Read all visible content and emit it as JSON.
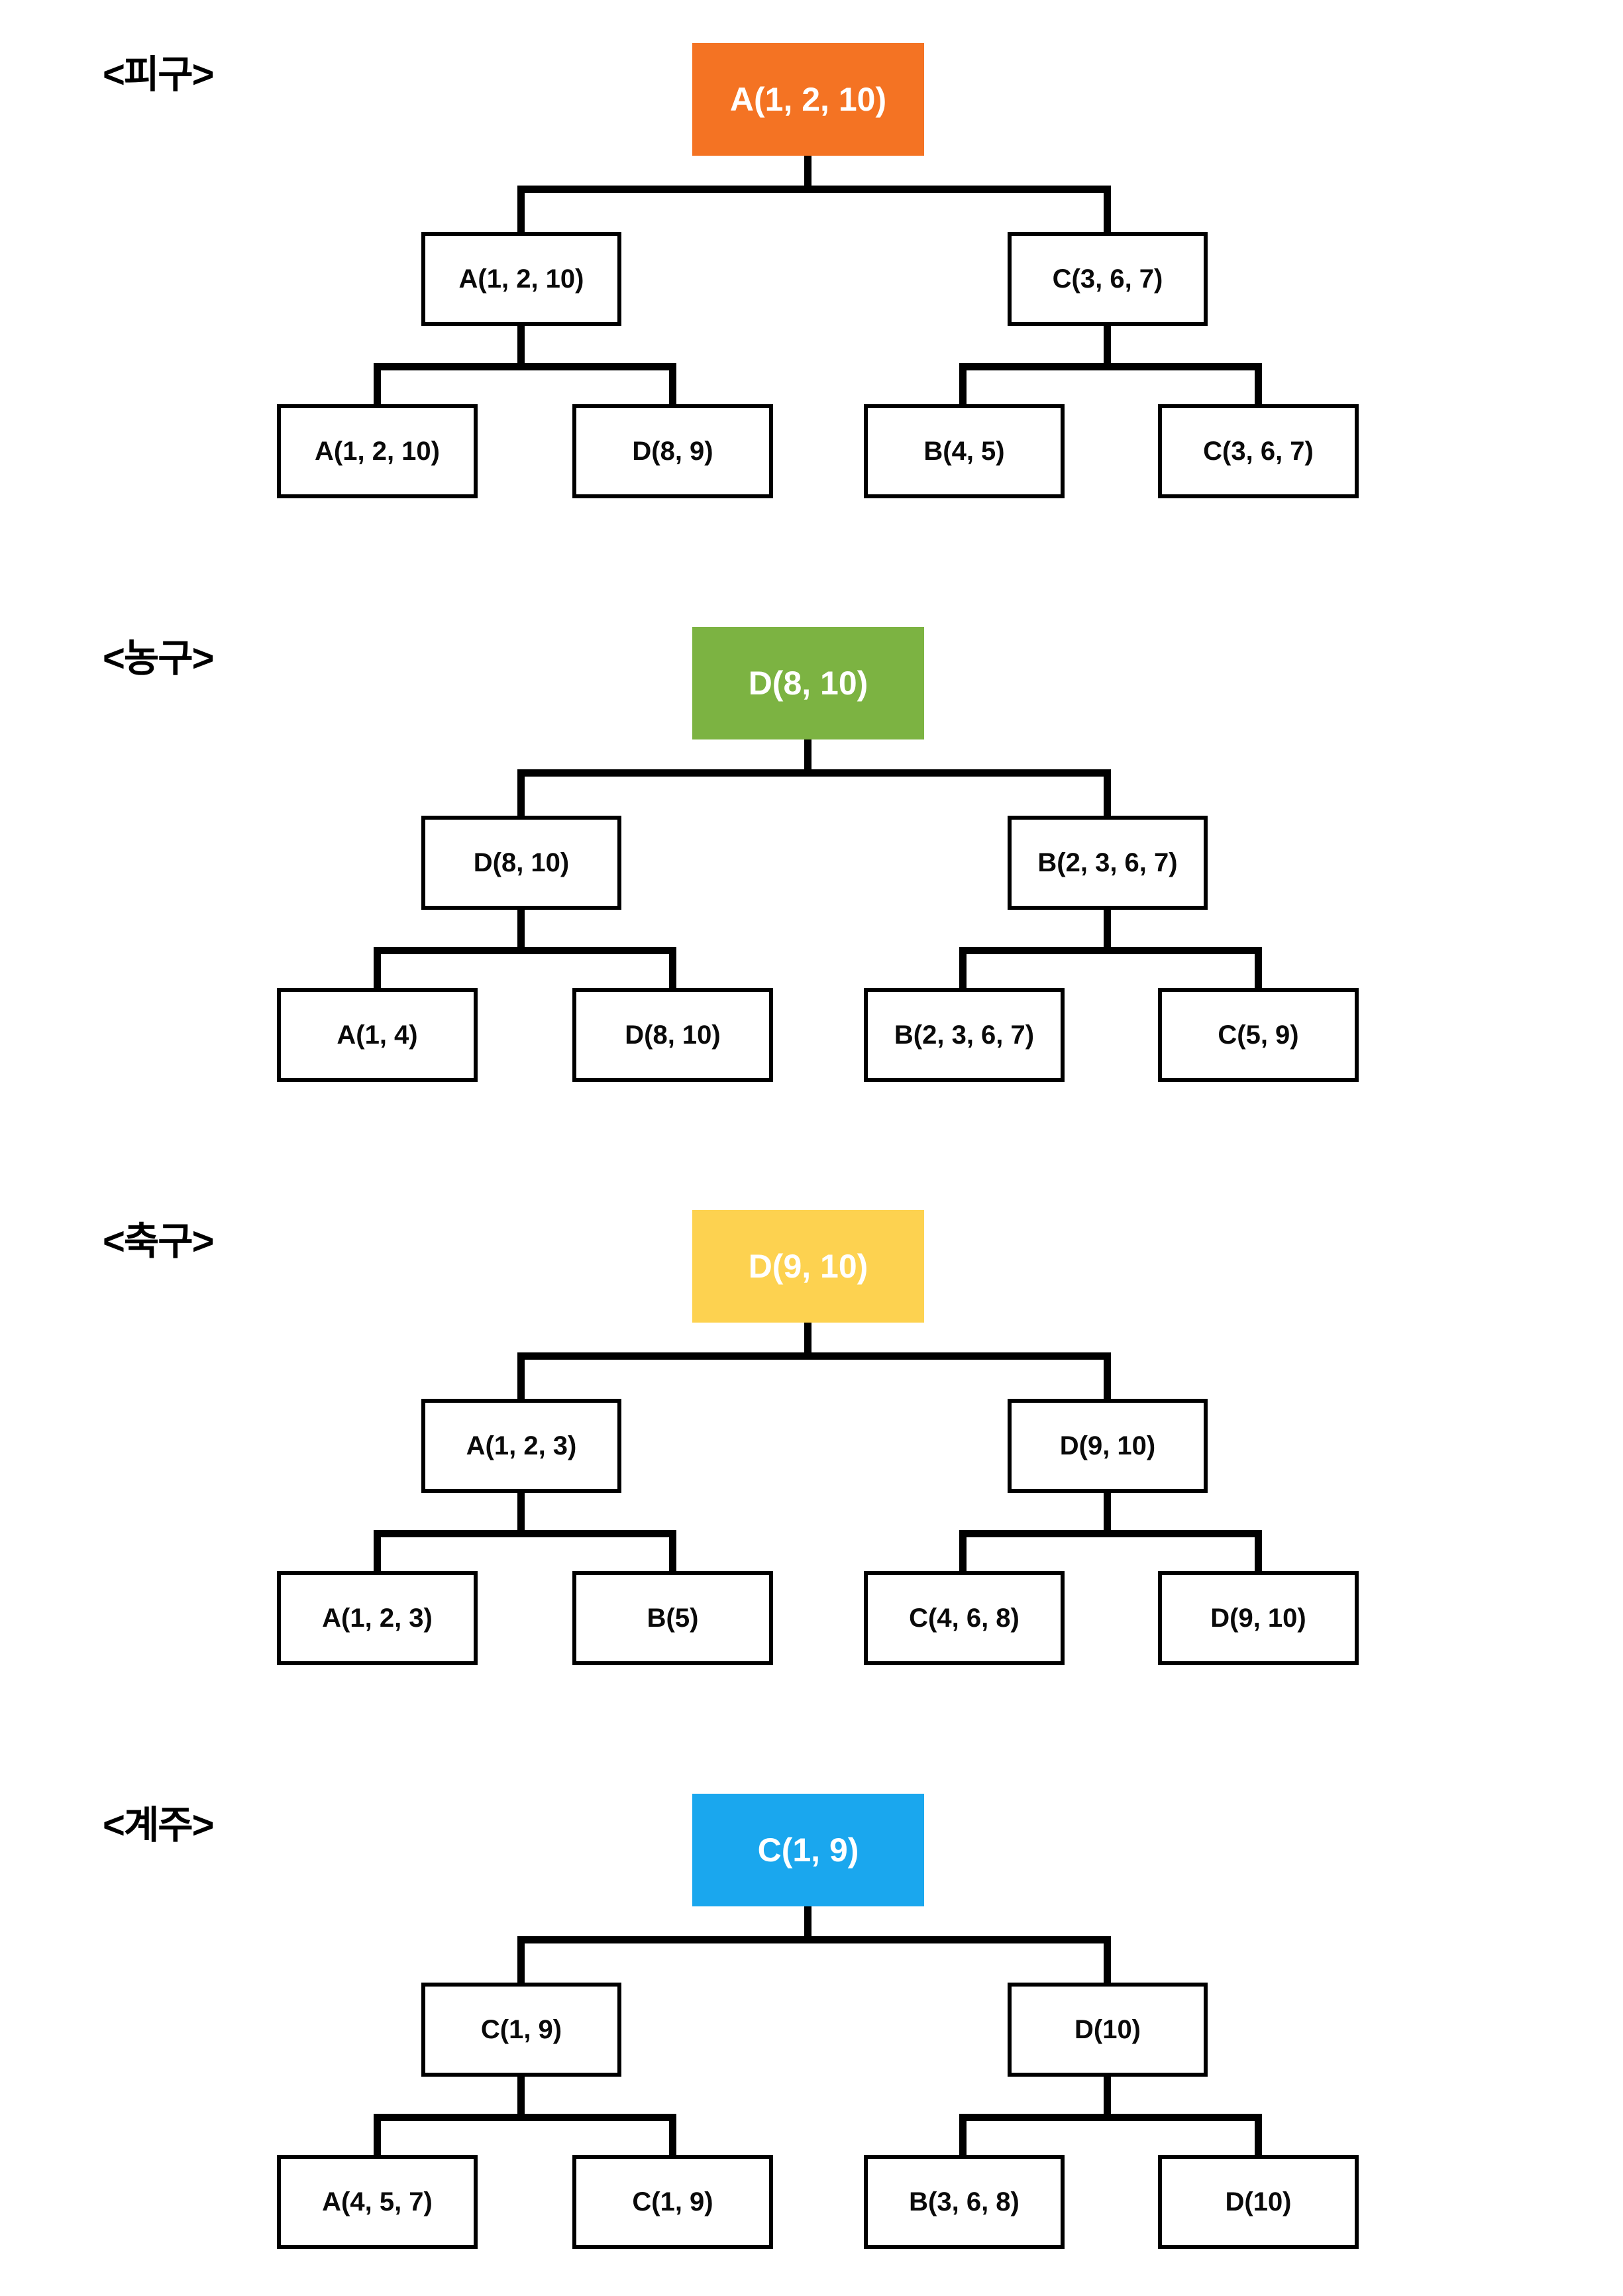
{
  "page": {
    "background": "#ffffff",
    "line_color": "#000000"
  },
  "trees": [
    {
      "title": "<피구>",
      "root": {
        "label": "A(1, 2, 10)",
        "color": "#f47323"
      },
      "level2": [
        {
          "label": "A(1, 2, 10)"
        },
        {
          "label": "C(3, 6, 7)"
        }
      ],
      "level3": [
        {
          "label": "A(1, 2, 10)"
        },
        {
          "label": "D(8, 9)"
        },
        {
          "label": "B(4, 5)"
        },
        {
          "label": "C(3, 6, 7)"
        }
      ]
    },
    {
      "title": "<농구>",
      "root": {
        "label": "D(8, 10)",
        "color": "#7cb342"
      },
      "level2": [
        {
          "label": "D(8, 10)"
        },
        {
          "label": "B(2, 3, 6, 7)"
        }
      ],
      "level3": [
        {
          "label": "A(1, 4)"
        },
        {
          "label": "D(8, 10)"
        },
        {
          "label": "B(2, 3, 6, 7)"
        },
        {
          "label": "C(5, 9)"
        }
      ]
    },
    {
      "title": "<축구>",
      "root": {
        "label": "D(9, 10)",
        "color": "#fdd250"
      },
      "level2": [
        {
          "label": "A(1, 2, 3)"
        },
        {
          "label": "D(9, 10)"
        }
      ],
      "level3": [
        {
          "label": "A(1, 2, 3)"
        },
        {
          "label": "B(5)"
        },
        {
          "label": "C(4, 6, 8)"
        },
        {
          "label": "D(9, 10)"
        }
      ]
    },
    {
      "title": "<계주>",
      "root": {
        "label": "C(1, 9)",
        "color": "#1aa7ee"
      },
      "level2": [
        {
          "label": "C(1, 9)"
        },
        {
          "label": "D(10)"
        }
      ],
      "level3": [
        {
          "label": "A(4, 5, 7)"
        },
        {
          "label": "C(1, 9)"
        },
        {
          "label": "B(3, 6, 8)"
        },
        {
          "label": "D(10)"
        }
      ]
    }
  ]
}
